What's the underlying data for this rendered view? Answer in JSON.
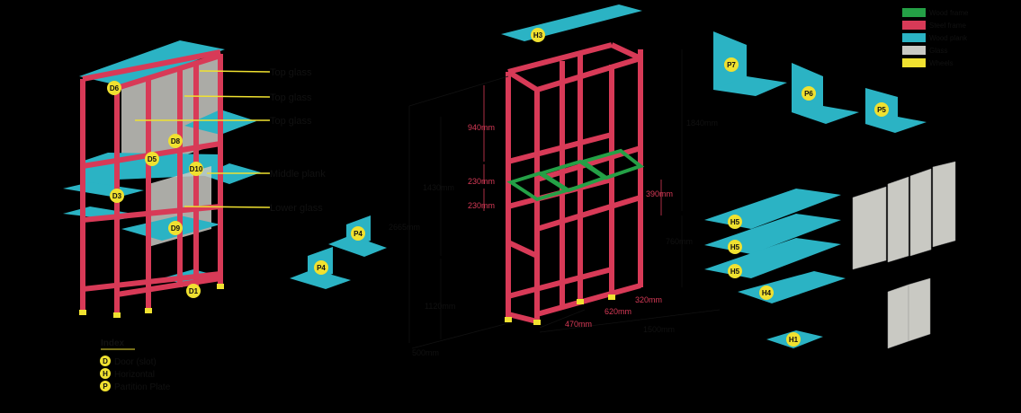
{
  "colors": {
    "background": "#000000",
    "frame_red": "#d83a57",
    "frame_green": "#24a046",
    "teal_panel": "#2bb3c4",
    "glass": "#c9c9c3",
    "yellow": "#f0e130"
  },
  "left_assembly": {
    "callouts": [
      "Top glass",
      "Top glass",
      "Top glass",
      "Middle plank",
      "Lower glass"
    ],
    "tags": [
      "D6",
      "D8",
      "D5",
      "D10",
      "D3",
      "D9",
      "D1"
    ],
    "legend": {
      "title": "Index",
      "items": [
        {
          "letter": "D",
          "text": "Door (slot)"
        },
        {
          "letter": "H",
          "text": "Horizontal"
        },
        {
          "letter": "P",
          "text": "Partition Plate"
        }
      ]
    }
  },
  "loose_plates": [
    "P4",
    "P4"
  ],
  "frame_dimensions": {
    "red_labels": [
      "940mm",
      "230mm",
      "230mm",
      "390mm",
      "320mm",
      "620mm",
      "470mm"
    ],
    "black_labels": [
      "1840mm",
      "1430mm",
      "2665mm",
      "760mm",
      "1120mm",
      "1500mm",
      "500mm"
    ]
  },
  "top_panel_tag": "H3",
  "side_panels": [
    "P7",
    "P6",
    "P5"
  ],
  "shelves": [
    "H5",
    "H5",
    "H5",
    "H4",
    "H1"
  ],
  "color_legend": [
    {
      "color": "#24a046",
      "text": "Wood frame"
    },
    {
      "color": "#d83a57",
      "text": "Steel frame"
    },
    {
      "color": "#2bb3c4",
      "text": "Wood plank"
    },
    {
      "color": "#c9c9c3",
      "text": "Glass"
    },
    {
      "color": "#f0e130",
      "text": "Wheels"
    }
  ]
}
